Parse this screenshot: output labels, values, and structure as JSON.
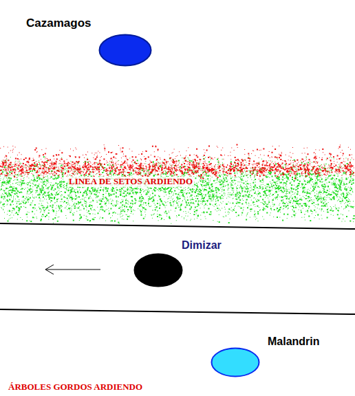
{
  "diagram": {
    "nodes": [
      {
        "text": [
          "Cazamagos"
        ]
      },
      {
        "text": [
          "LINEA DE SETOS ARDIENDO"
        ]
      },
      {
        "text": [
          "Dimizar"
        ]
      },
      {
        "text": [
          "Malandrin"
        ]
      }
    ],
    "labels": [
      "ÁRBOLES GORDOS ARDIENDO"
    ]
  }
}
